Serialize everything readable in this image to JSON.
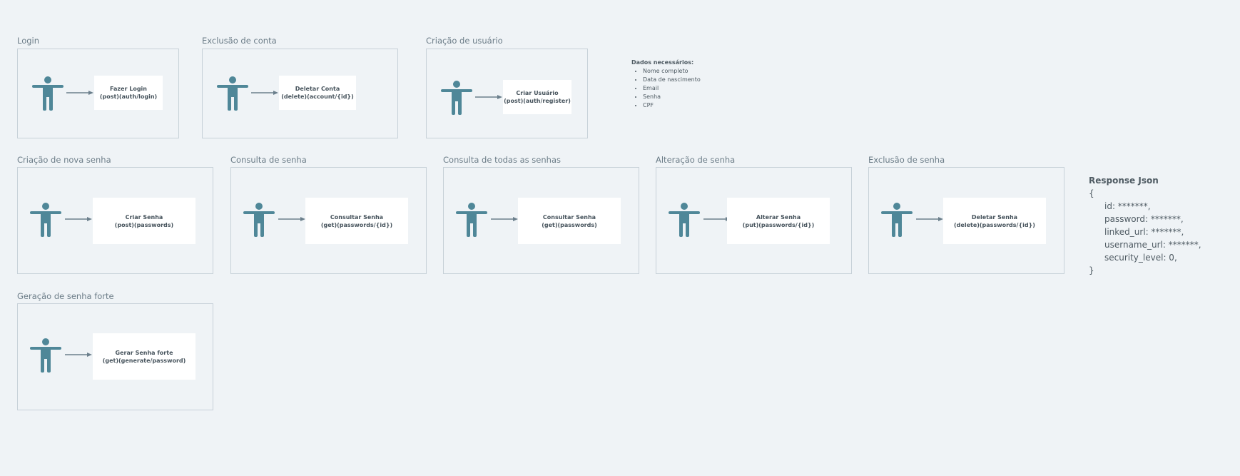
{
  "frames": [
    {
      "title": "Login",
      "case_name": "Fazer Login",
      "case_endpoint": "(post)(auth/login)"
    },
    {
      "title": "Exclusão de conta",
      "case_name": "Deletar Conta",
      "case_endpoint": "(delete)(account/{id})"
    },
    {
      "title": "Criação de usuário",
      "case_name": "Criar Usuário",
      "case_endpoint": "(post)(auth/register)"
    },
    {
      "title": "Criação de nova senha",
      "case_name": "Criar Senha",
      "case_endpoint": "(post)(passwords)"
    },
    {
      "title": "Consulta de senha",
      "case_name": "Consultar Senha",
      "case_endpoint": "(get)(passwords/{id})"
    },
    {
      "title": "Consulta de todas as senhas",
      "case_name": "Consultar Senha",
      "case_endpoint": "(get)(passwords)"
    },
    {
      "title": "Alteração de senha",
      "case_name": "Alterar Senha",
      "case_endpoint": "(put)(passwords/{id})"
    },
    {
      "title": "Exclusão de senha",
      "case_name": "Deletar Senha",
      "case_endpoint": "(delete)(passwords/{id})"
    },
    {
      "title": "Geração de senha forte",
      "case_name": "Gerar Senha forte",
      "case_endpoint": "(get)(generate/password)"
    }
  ],
  "notes": {
    "title": "Dados necessários:",
    "items": [
      "Nome completo",
      "Data de nascimento",
      "Email",
      "Senha",
      "CPF"
    ]
  },
  "response_json": {
    "title": "Response Json",
    "open_brace": "{",
    "close_brace": "}",
    "fields": [
      "id: *******,",
      "password: *******,",
      "linked_url: *******,",
      "username_url: *******,",
      "security_level: 0,"
    ]
  },
  "colors": {
    "actor": "#4f8798",
    "arrow": "#6b7f8c",
    "frame_border": "#c7d1d8",
    "background": "#eff3f6"
  },
  "icons": {
    "actor": "person-icon",
    "arrow": "arrow-right-icon"
  }
}
